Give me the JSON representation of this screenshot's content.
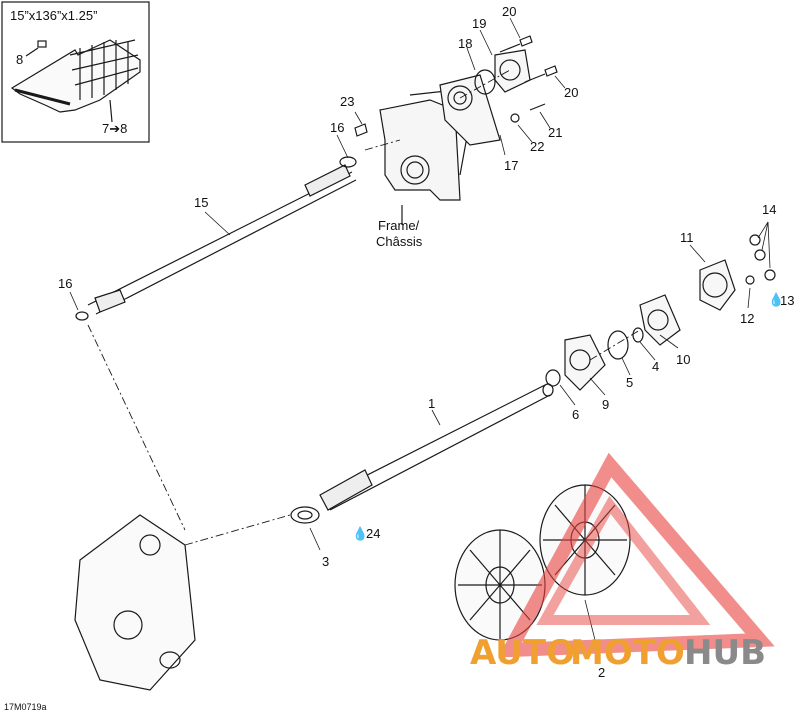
{
  "inset": {
    "title": "15”x136”x1.25”",
    "label_a": "8",
    "label_b": "7➔8"
  },
  "frame": {
    "line1": "Frame/",
    "line2": "Châssis"
  },
  "callouts": {
    "c1": "1",
    "c2": "2",
    "c3": "3",
    "c4": "4",
    "c5": "5",
    "c6": "6",
    "c9": "9",
    "c10": "10",
    "c11": "11",
    "c12": "12",
    "c13": "13",
    "c14": "14",
    "c15": "15",
    "c16a": "16",
    "c16b": "16",
    "c17": "17",
    "c18": "18",
    "c19": "19",
    "c20a": "20",
    "c20b": "20",
    "c21": "21",
    "c22": "22",
    "c23": "23",
    "c24": "24"
  },
  "figure_code": "17M0719a",
  "watermark": {
    "part1": "AUTO",
    "part2": "MOTO",
    "part3": "HUB"
  },
  "colors": {
    "line": "#1a1a1a",
    "watermark_red": "#e8433f",
    "watermark_orange": "#f0a030",
    "watermark_grey": "#8a8a8a"
  }
}
